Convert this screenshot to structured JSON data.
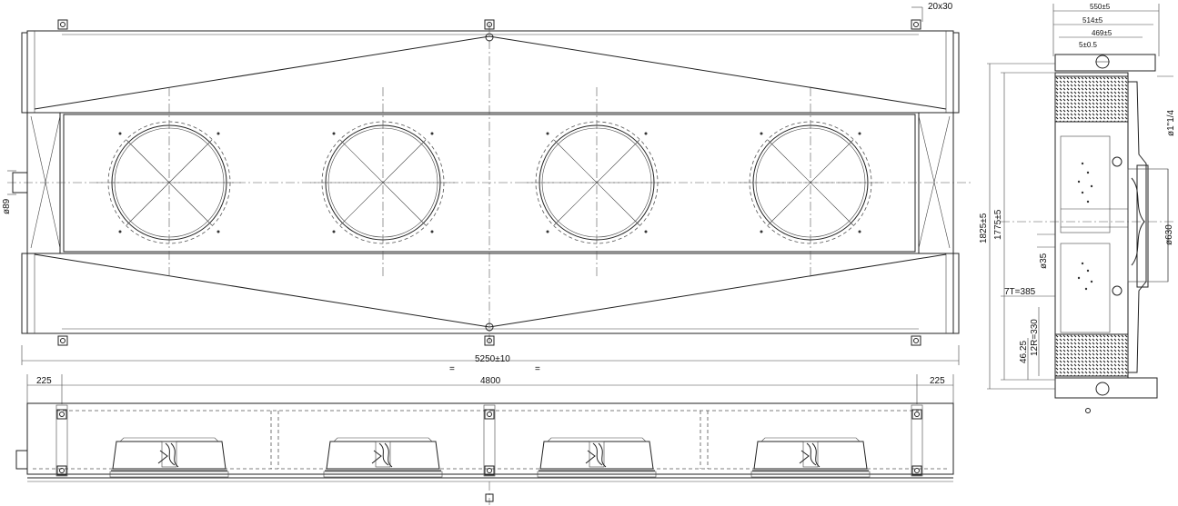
{
  "dimensions": {
    "top_view": {
      "overall_length": "5250±10",
      "eq_left": "=",
      "eq_right": "=",
      "pipe_dia": "ø89",
      "bracket": "20x30"
    },
    "front_view": {
      "left_offset": "225",
      "center_length": "4800",
      "right_offset": "225"
    },
    "side_view": {
      "width_1": "550±5",
      "width_2": "514±5",
      "width_3": "469±5",
      "small_top": "5±0.5",
      "height_1": "1825±5",
      "height_2": "1775±5",
      "fan_dia": "ø630",
      "conn_top": "ø1\"1/4",
      "conn_mid": "ø35",
      "tubes": "7T=385",
      "rows": "12R=330",
      "pitch": "46.25"
    }
  },
  "colors": {
    "line": "#222222",
    "background": "#ffffff"
  }
}
